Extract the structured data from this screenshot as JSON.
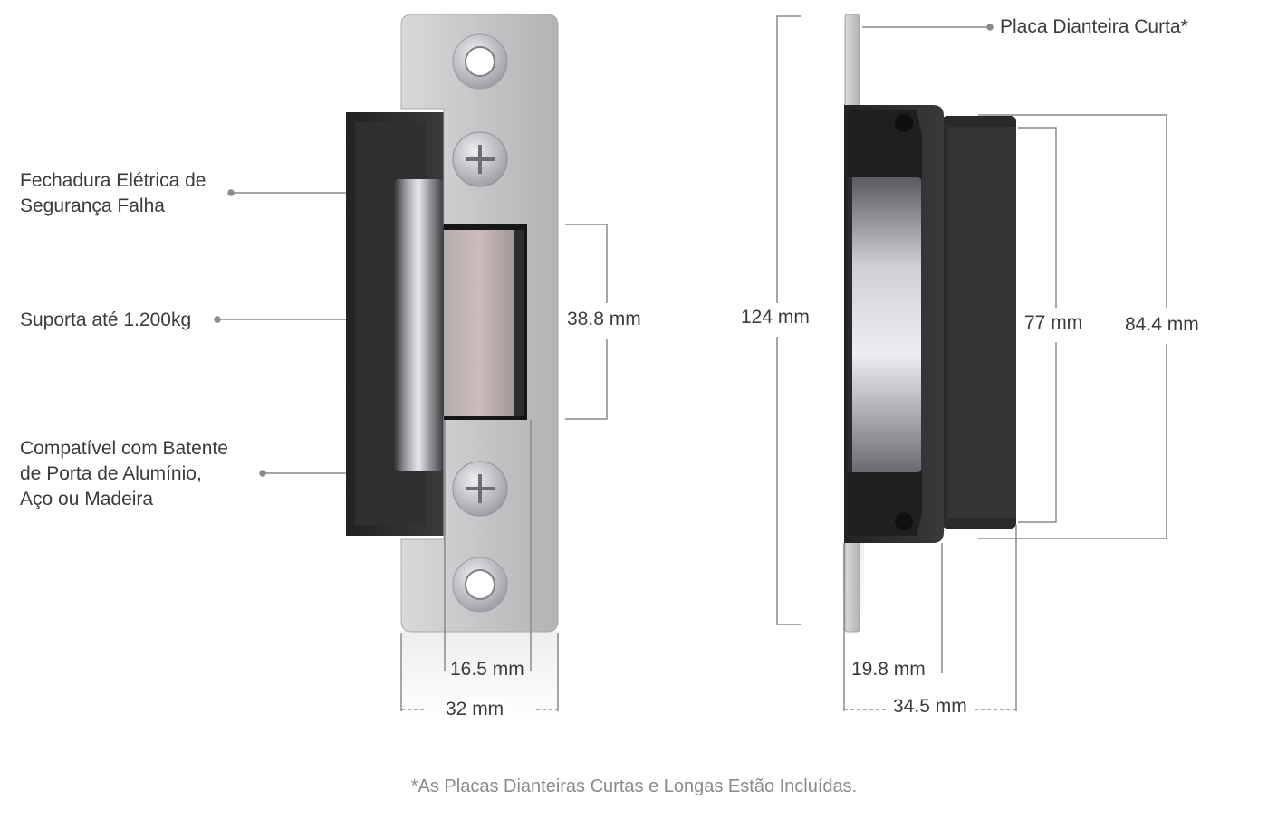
{
  "labels": {
    "fail_safe_line1": "Fechadura Elétrica de",
    "fail_safe_line2": "Segurança Falha",
    "supports": "Suporta até 1.200kg",
    "compatible_line1": "Compatível com Batente",
    "compatible_line2": "de Porta de Alumínio,",
    "compatible_line3": "Aço ou Madeira",
    "short_faceplate": "Placa Dianteira Curta*"
  },
  "dimensions": {
    "bolt_height": "38.8 mm",
    "bolt_width": "16.5 mm",
    "faceplate_width": "32 mm",
    "total_height": "124 mm",
    "body_height_inner": "77 mm",
    "body_height_outer": "84.4 mm",
    "depth_inner": "19.8 mm",
    "depth_total": "34.5 mm"
  },
  "footnote": "*As Placas Dianteiras Curtas e Longas Estão Incluídas.",
  "colors": {
    "plate": "#c4c4c6",
    "body": "#2b2b2d",
    "line": "#8a8a8a",
    "text": "#3b3b3b"
  }
}
